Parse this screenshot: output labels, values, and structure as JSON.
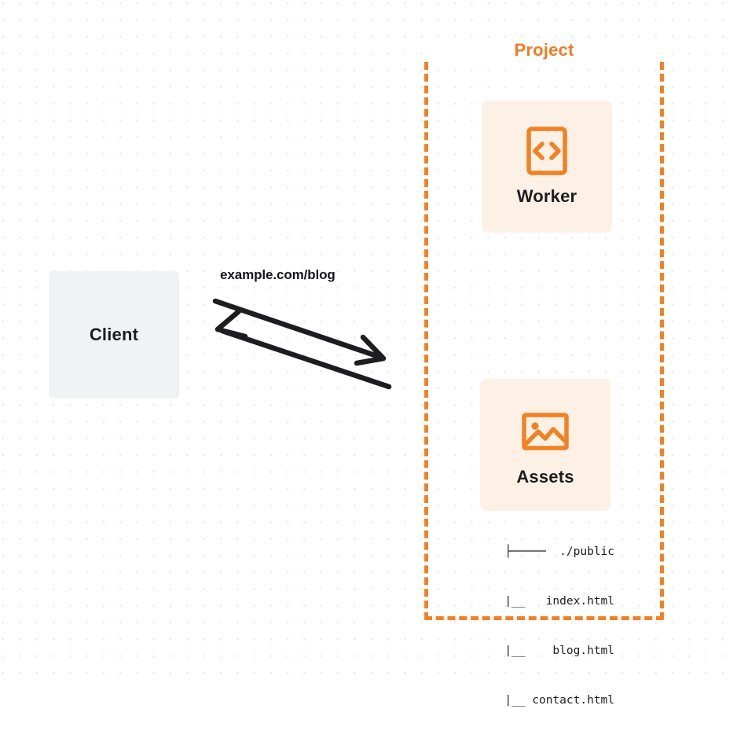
{
  "diagram": {
    "background": "dot-grid",
    "colors": {
      "accent_orange": "#f28124",
      "card_cream": "#fdf1e5",
      "client_gray": "#f1f2f4",
      "text_dark": "#1d1d1f",
      "grid_dot": "#e9e9ea"
    }
  },
  "client": {
    "label": "Client"
  },
  "connection": {
    "label": "example.com/blog",
    "direction": "bidirectional"
  },
  "project": {
    "title": "Project",
    "nodes": [
      {
        "id": "worker",
        "label": "Worker",
        "icon": "code-brackets-icon"
      },
      {
        "id": "assets",
        "label": "Assets",
        "icon": "image-picture-icon"
      }
    ]
  },
  "asset_tree": {
    "rows": [
      "├─────  ./public",
      "   |__   index.html",
      "   |__    blog.html",
      "   |__ contact.html"
    ],
    "root": "./public",
    "files": [
      "index.html",
      "blog.html",
      "contact.html"
    ]
  }
}
